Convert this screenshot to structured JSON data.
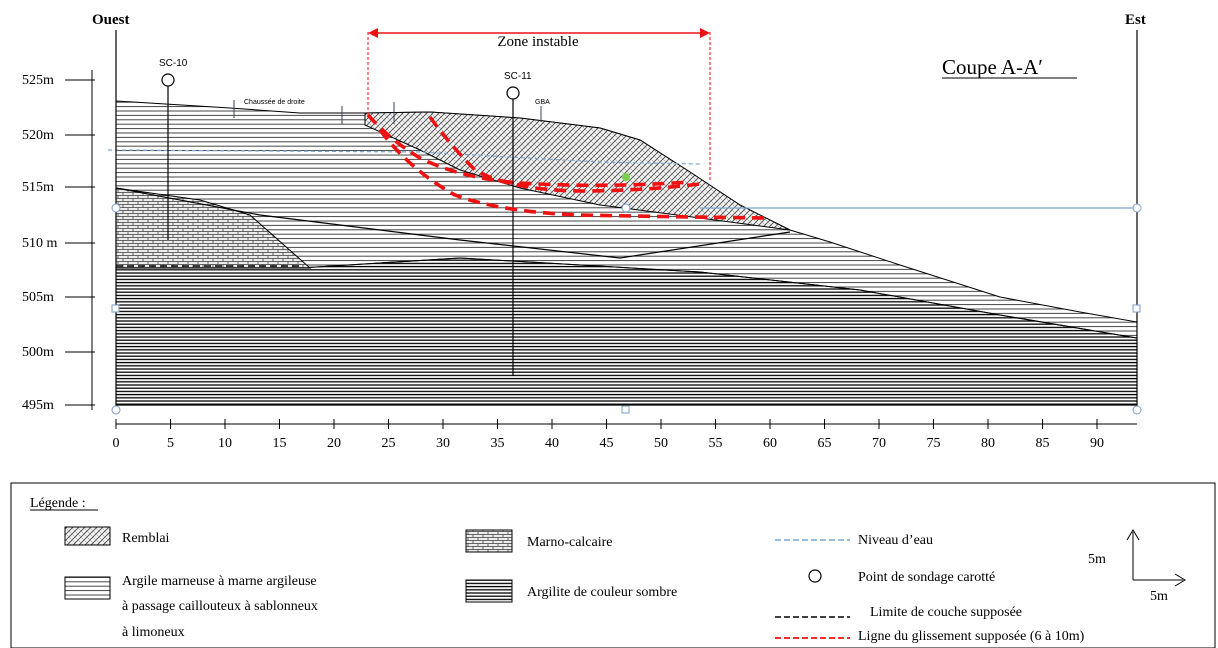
{
  "title": "Coupe A-A′",
  "west_label": "Ouest",
  "east_label": "Est",
  "unstable_zone_label": "Zone instable",
  "boreholes": [
    {
      "name": "SC-10",
      "x": 5
    },
    {
      "name": "SC-11",
      "x": 36.5
    }
  ],
  "surface_labels": {
    "road": "Chaussée de droite",
    "gba": "GBA"
  },
  "elevation_axis": [
    "525m",
    "520m",
    "515m",
    "510 m",
    "505m",
    "500m",
    "495m"
  ],
  "distance_axis": [
    "0",
    "5",
    "10",
    "15",
    "20",
    "25",
    "30",
    "35",
    "40",
    "45",
    "50",
    "55",
    "60",
    "65",
    "70",
    "75",
    "80",
    "85",
    "90"
  ],
  "legend": {
    "heading": "Légende :",
    "remblai": "Remblai",
    "argile_lines": [
      "Argile marneuse à marne argileuse",
      "à passage caillouteux à sablonneux",
      "à limoneux"
    ],
    "marno": "Marno-calcaire",
    "argilite": "Argilite de couleur sombre",
    "water": "Niveau d’eau",
    "borehole": "Point de sondage carotté",
    "limit": "Limite de couche supposée",
    "slip": "Ligne du glissement supposée (6 à 10m)",
    "scale_v": "5m",
    "scale_h": "5m"
  },
  "colors": {
    "slip_line": "#ee1111",
    "water_line": "#7aa7d6",
    "zone_label": "#ff2020",
    "line": "#000000"
  }
}
